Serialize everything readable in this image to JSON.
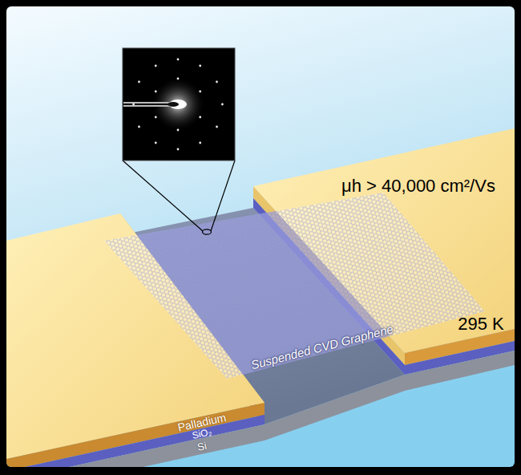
{
  "diagram": {
    "labels": [
      "μh > 40,000 cm²/Vs",
      "295 K",
      "Suspended CVD Graphene",
      "Palladium",
      "SiO₂",
      "Si"
    ]
  }
}
